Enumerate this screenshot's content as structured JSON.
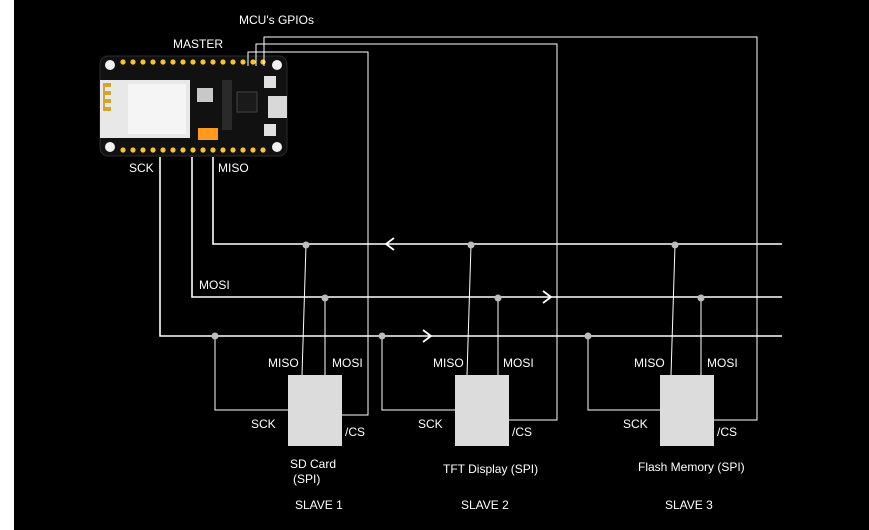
{
  "colors": {
    "background": "#000000",
    "wire": "#ffffff",
    "board": "#111111",
    "pin": "#f5c431",
    "module": "#dcdcdc",
    "node": "#bdbdbd"
  },
  "labels": {
    "gpios": "MCU's GPIOs",
    "master": "MASTER",
    "sck": "SCK",
    "miso": "MISO",
    "mosi": "MOSI"
  },
  "slaves": [
    {
      "name": "SD Card",
      "protocol": "(SPI)",
      "role": "SLAVE 1",
      "miso": "MISO",
      "mosi": "MOSI",
      "sck": "SCK",
      "cs": "/CS"
    },
    {
      "name": "TFT Display (SPI)",
      "protocol": "",
      "role": "SLAVE 2",
      "miso": "MISO",
      "mosi": "MOSI",
      "sck": "SCK",
      "cs": "/CS"
    },
    {
      "name": "Flash Memory (SPI)",
      "protocol": "",
      "role": "SLAVE 3",
      "miso": "MISO",
      "mosi": "MOSI",
      "sck": "SCK",
      "cs": "/CS"
    }
  ]
}
